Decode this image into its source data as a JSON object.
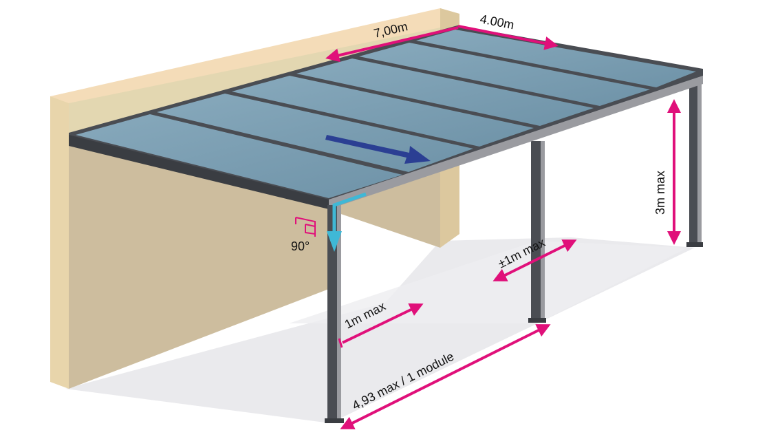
{
  "labels": {
    "width_top": "7,00m",
    "depth_top": "4.00m",
    "height": "3m max",
    "overhang_side": "±1m max",
    "overhang_front": "1m max",
    "span": "4,93 max / 1 module",
    "angle": "90°"
  },
  "colors": {
    "wall": "#e3d7b1",
    "wall_top": "#f4dcb8",
    "wall_shadow": "#cdbd9e",
    "frame": "#4a4d53",
    "frame_light": "#9a9ba0",
    "panel": "#7a9fb3",
    "flow_arrow": "#2b3f93",
    "drain": "#3fb8d6",
    "dimension": "#e0107a",
    "ground_shadow": "#e6e6ea"
  }
}
